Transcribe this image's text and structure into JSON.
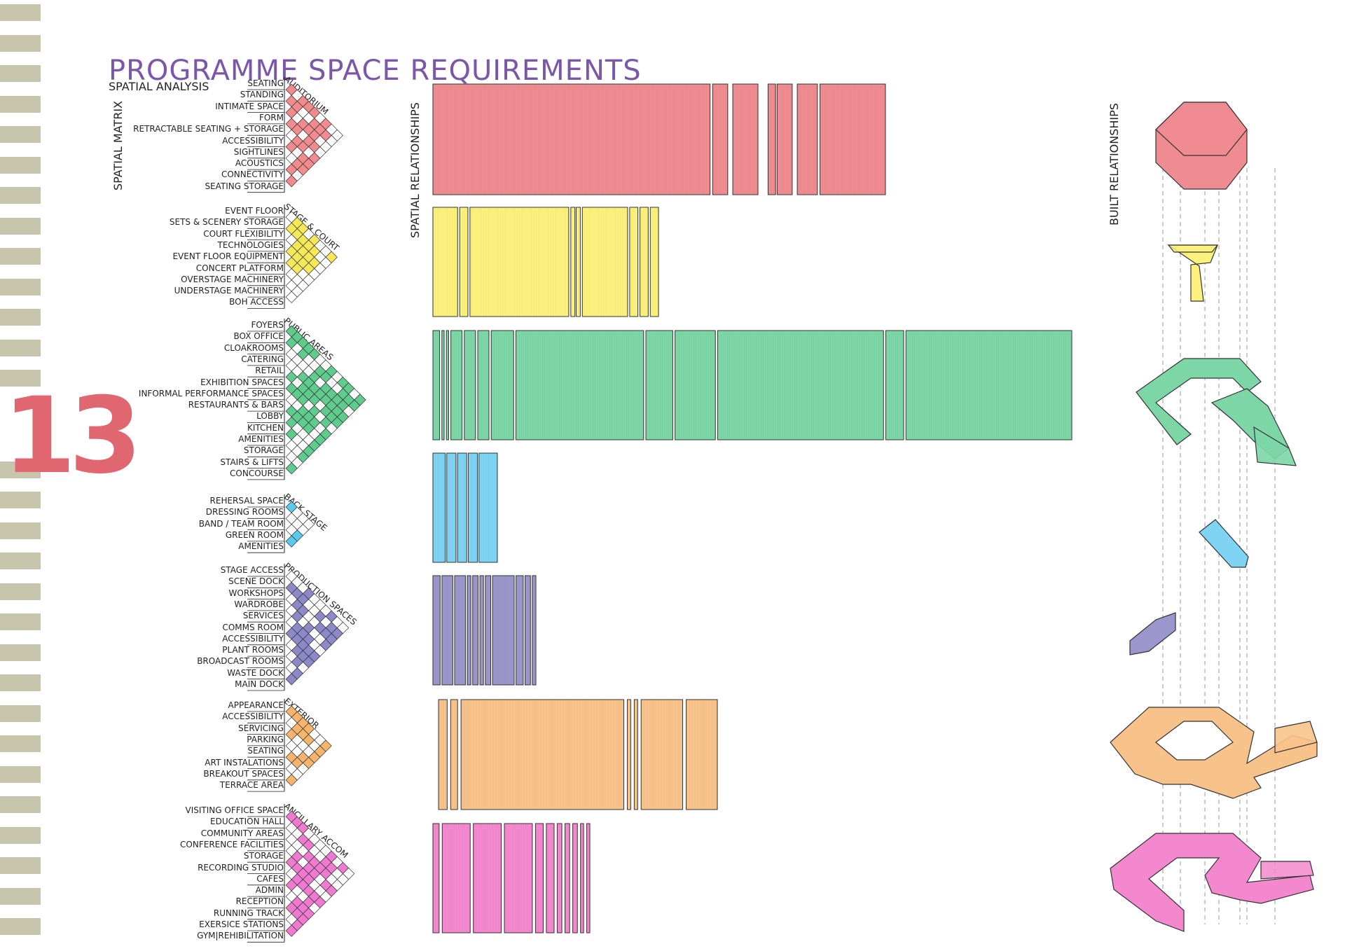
{
  "page_number": "13",
  "title": "PROGRAMME SPACE REQUIREMENTS",
  "subtitle": "SPATIAL ANALYSIS",
  "labels": {
    "spatial_matrix": "SPATIAL MATRIX",
    "spatial_relationships": "SPATIAL RELATIONSHIPS",
    "built_relationships": "BUILT RELATIONSHIPS"
  },
  "groups": [
    {
      "name": "AUDITORIUM",
      "color": "#f28b8e",
      "fill": "#ef8c91",
      "items": [
        "SEATING",
        "STANDING",
        "INTIMATE SPACE",
        "FORM",
        "RETRACTABLE SEATING + STORAGE",
        "ACCESSIBILITY",
        "SIGHTLINES",
        "ACOUSTICS",
        "CONNECTIVITY",
        "SEATING STORAGE"
      ],
      "bars": [
        55,
        0.5,
        3,
        1,
        5,
        2,
        1.5,
        0.3,
        3,
        1,
        4,
        0.5,
        13
      ]
    },
    {
      "name": "STAGE & COURT",
      "color": "#f5e95a",
      "fill": "#fbf17c",
      "items": [
        "EVENT FLOOR",
        "SETS & SCENERY STORAGE",
        "COURT FLEXIBILITY",
        "TECHNOLOGIES",
        "EVENT FLOOR EQUIPMENT",
        "CONCERT PLATFORM",
        "OVERSTAGE MACHINERY",
        "UNDERSTAGE MACHINERY",
        "BOH ACCESS"
      ],
      "bars": [
        6,
        0.5,
        2,
        0.5,
        24,
        0.5,
        1,
        0.3,
        1,
        0.5,
        11,
        0.5,
        2,
        0.5,
        2,
        0.5,
        2
      ]
    },
    {
      "name": "PUBLIC AREAS",
      "color": "#5fcb8c",
      "fill": "#7dd6a6",
      "items": [
        "FOYERS",
        "BOX OFFICE",
        "CLOAKROOMS",
        "CATERING",
        "RETAIL",
        "EXHIBITION SPACES",
        "INFORMAL PERFORMANCE SPACES",
        "RESTAURANTS & BARS",
        "LOBBY",
        "KITCHEN",
        "AMENITIES",
        "STORAGE",
        "STAIRS & LIFTS",
        "CONCOURSE"
      ],
      "bars": [
        1.5,
        0.5,
        0.5,
        0.5,
        0.5,
        0.5,
        2.5,
        0.5,
        2.5,
        0.5,
        2.5,
        0.5,
        5,
        0.5,
        28.5,
        0.5,
        6,
        0.5,
        9,
        0.5,
        37,
        0.5,
        4,
        0.5,
        37
      ]
    },
    {
      "name": "BACK STAGE",
      "color": "#5bc8ee",
      "fill": "#7ed4f2",
      "items": [
        "REHERSAL SPACE",
        "DRESSING ROOMS",
        "BAND / TEAM ROOM",
        "GREEN ROOM",
        "AMENITIES"
      ],
      "bars": [
        4,
        0.5,
        3,
        0.5,
        3,
        0.5,
        3,
        0.5,
        6
      ]
    },
    {
      "name": "PRODUCTION SPACES",
      "color": "#8d88c7",
      "fill": "#9b97cc",
      "items": [
        "STAGE ACCESS",
        "SCENE DOCK",
        "WORKSHOPS",
        "WARDROBE",
        "SERVICES",
        "COMMS ROOM",
        "ACCESSIBILITY",
        "PLANT ROOMS",
        "BROADCAST ROOMS",
        "WASTE DOCK",
        "MAIN DOCK"
      ],
      "bars": [
        2,
        0.5,
        3,
        0.5,
        3,
        0.5,
        1,
        0.5,
        1.5,
        0.5,
        1,
        0.5,
        1.5,
        0.5,
        6,
        0.5,
        2,
        0.5,
        1.5,
        0.5,
        1
      ]
    },
    {
      "name": "EXTERIOR",
      "color": "#f6b46c",
      "fill": "#f8c38b",
      "items": [
        "APPEARANCE",
        "ACCESSIBILITY",
        "SERVICING",
        "PARKING",
        "SEATING",
        "ART INSTALATIONS",
        "BREAKOUT SPACES",
        "TERRACE AREA"
      ],
      "bars": [
        2.5,
        1,
        2,
        1,
        47,
        1,
        1,
        1,
        1,
        1,
        12,
        1,
        9
      ]
    },
    {
      "name": "ANCILLARY ACCOM",
      "color": "#f07ad0",
      "fill": "#f488cf",
      "items": [
        "VISITING OFFICE SPACE",
        "EDUCATION HALL",
        "COMMUNITY AREAS",
        "CONFERENCE FACILITIES",
        "STORAGE",
        "RECORDING STUDIO",
        "CAFES",
        "ADMIN",
        "RECEPTION",
        "RUNNING TRACK",
        "EXERSICE STATIONS",
        "GYM|REHIBILITATION"
      ],
      "bars": [
        2,
        1,
        9,
        1,
        9,
        1,
        9,
        1,
        2.5,
        1,
        2.5,
        1,
        1.5,
        1,
        1.5,
        1,
        1.5,
        1,
        1,
        1,
        1
      ]
    }
  ]
}
